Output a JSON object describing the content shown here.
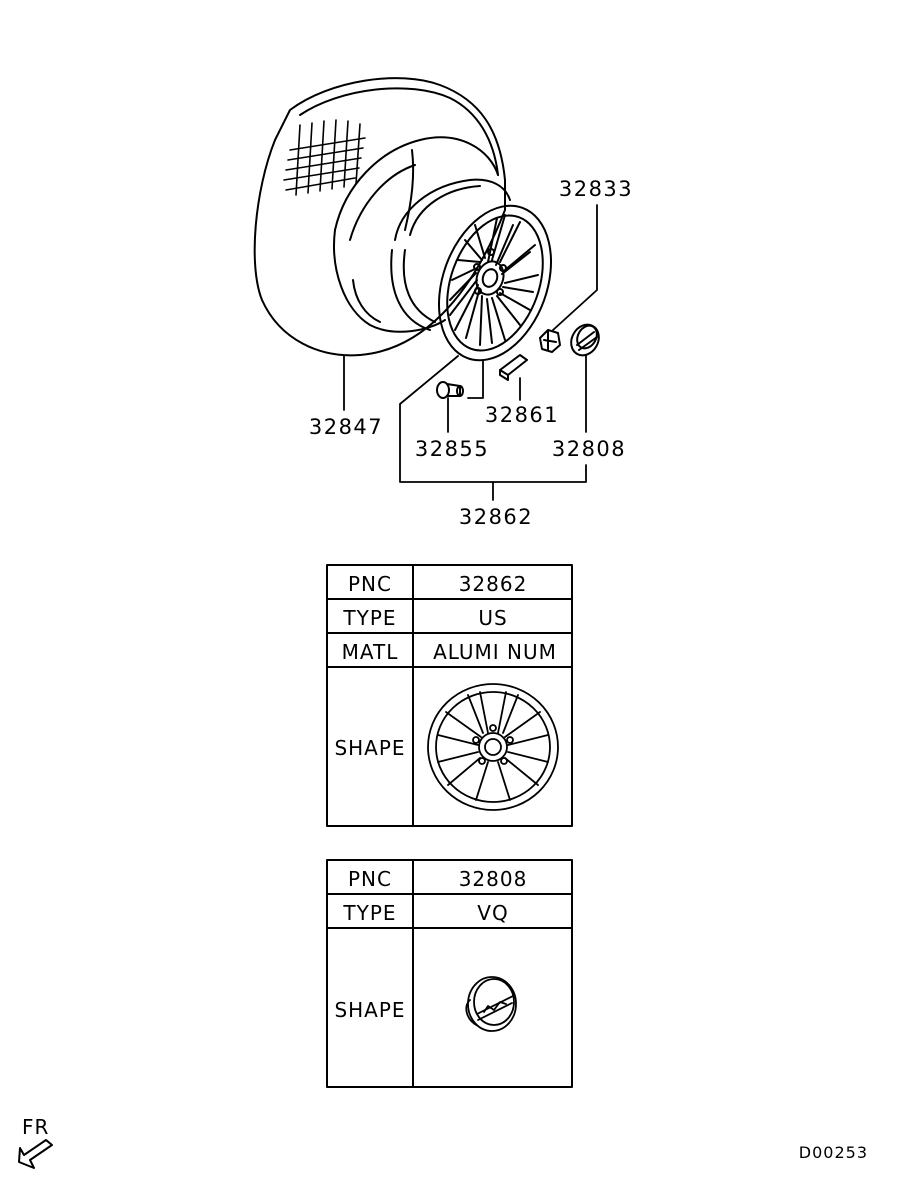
{
  "callouts": {
    "c32833": "32833",
    "c32847": "32847",
    "c32861": "32861",
    "c32855": "32855",
    "c32808": "32808",
    "c32862": "32862"
  },
  "table1": {
    "rows": [
      {
        "label": "PNC",
        "value": "32862"
      },
      {
        "label": "TYPE",
        "value": "US"
      },
      {
        "label": "MATL",
        "value": "ALUMI NUM"
      },
      {
        "label": "SHAPE",
        "value": ""
      }
    ]
  },
  "table2": {
    "rows": [
      {
        "label": "PNC",
        "value": "32808"
      },
      {
        "label": "TYPE",
        "value": "VQ"
      },
      {
        "label": "SHAPE",
        "value": ""
      }
    ]
  },
  "fr_label": "FR",
  "diagram_code": "D00253"
}
